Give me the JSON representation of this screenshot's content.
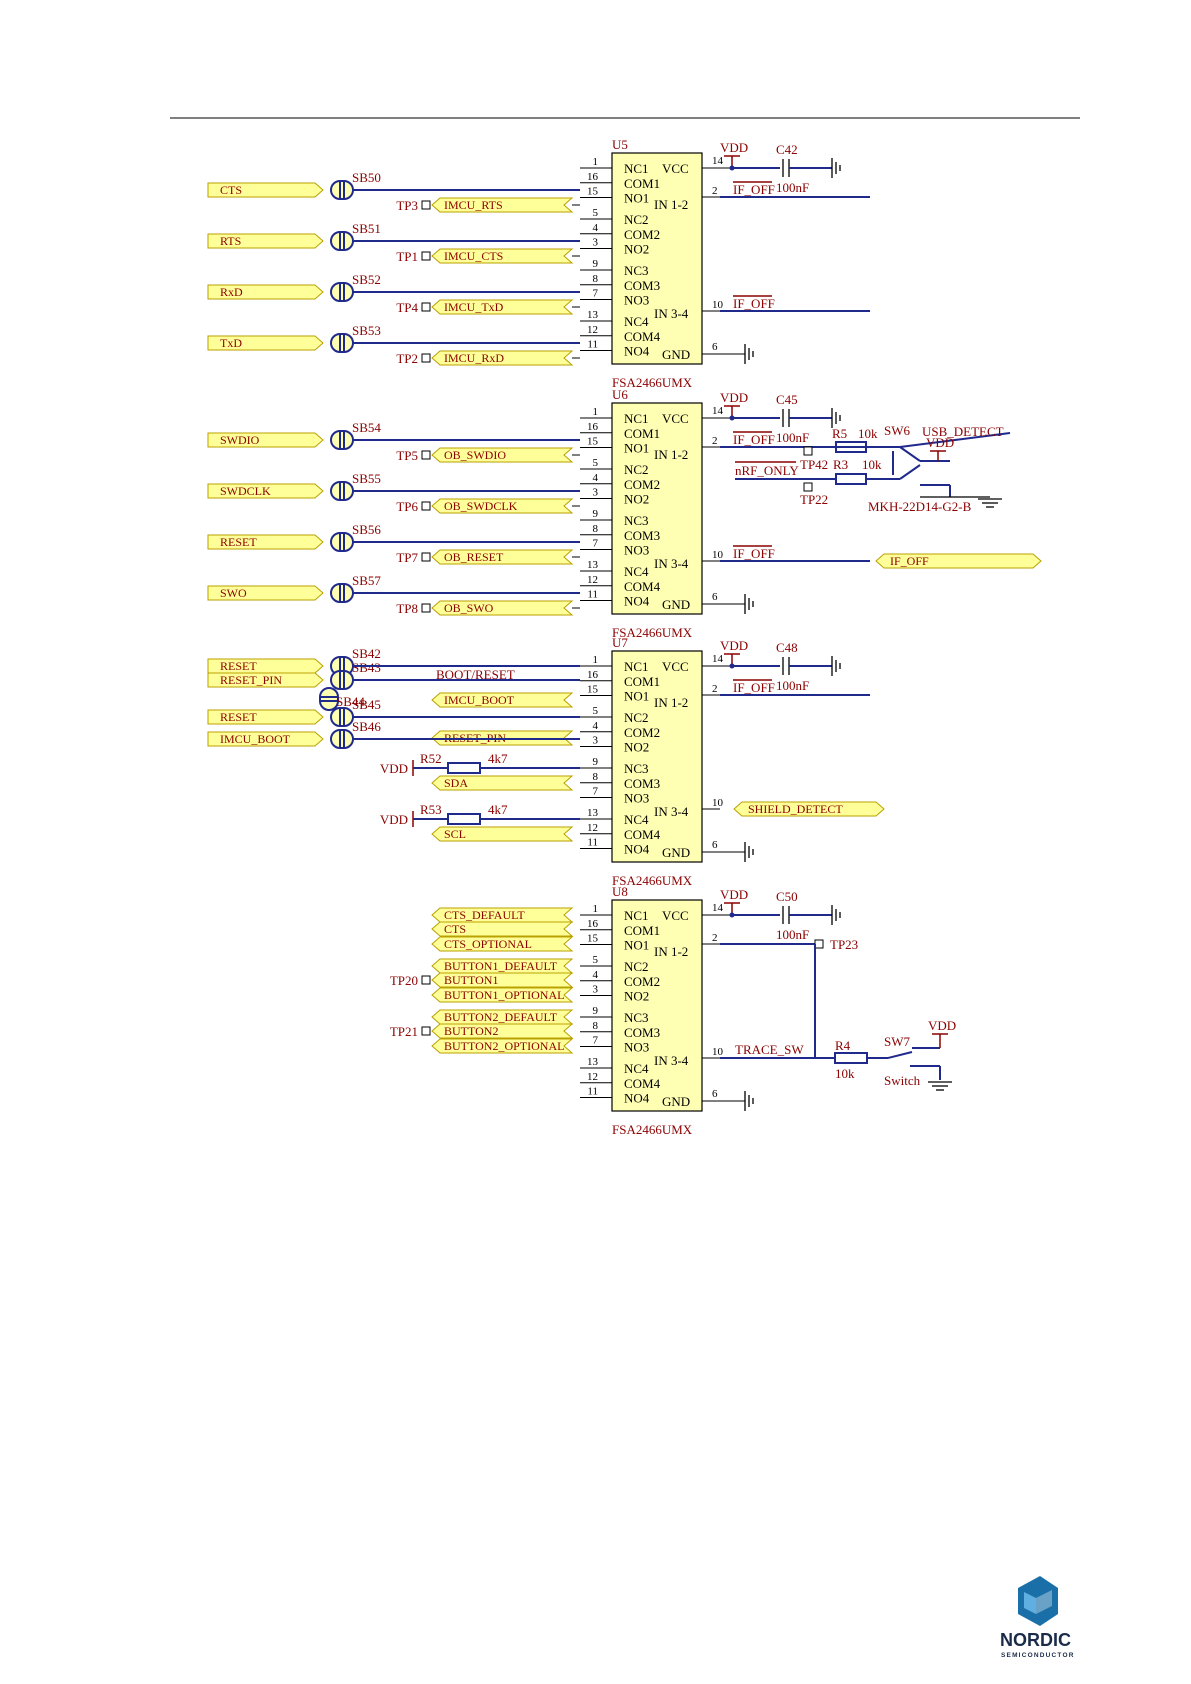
{
  "chips": [
    {
      "ref": "U5",
      "part": "FSA2466UMX",
      "left": [
        {
          "num": "1",
          "name": "NC1"
        },
        {
          "num": "16",
          "name": "COM1"
        },
        {
          "num": "15",
          "name": "NO1"
        },
        {
          "num": "5",
          "name": "NC2"
        },
        {
          "num": "4",
          "name": "COM2"
        },
        {
          "num": "3",
          "name": "NO2"
        },
        {
          "num": "9",
          "name": "NC3"
        },
        {
          "num": "8",
          "name": "COM3"
        },
        {
          "num": "7",
          "name": "NO3"
        },
        {
          "num": "13",
          "name": "NC4"
        },
        {
          "num": "12",
          "name": "COM4"
        },
        {
          "num": "11",
          "name": "NO4"
        }
      ],
      "vcc_pin": "14",
      "vcc_label": "VCC",
      "in12_pin": "2",
      "in12_label": "IN 1-2",
      "in34_pin": "10",
      "in34_label": "IN 3-4",
      "gnd_pin": "6",
      "gnd_label": "GND",
      "vdd": "VDD",
      "cap": "C42",
      "cap_val": "100nF",
      "in12_net": "IF_OFF",
      "in34_net": "IF_OFF",
      "ports": [
        "CTS",
        "RTS",
        "RxD",
        "TxD"
      ],
      "bridges": [
        "SB50",
        "SB51",
        "SB52",
        "SB53"
      ],
      "tps": [
        "TP3",
        "TP1",
        "TP4",
        "TP2"
      ],
      "tp_nets": [
        "IMCU_RTS",
        "IMCU_CTS",
        "IMCU_TxD",
        "IMCU_RxD"
      ]
    },
    {
      "ref": "U6",
      "part": "FSA2466UMX",
      "left": [
        {
          "num": "1",
          "name": "NC1"
        },
        {
          "num": "16",
          "name": "COM1"
        },
        {
          "num": "15",
          "name": "NO1"
        },
        {
          "num": "5",
          "name": "NC2"
        },
        {
          "num": "4",
          "name": "COM2"
        },
        {
          "num": "3",
          "name": "NO2"
        },
        {
          "num": "9",
          "name": "NC3"
        },
        {
          "num": "8",
          "name": "COM3"
        },
        {
          "num": "7",
          "name": "NO3"
        },
        {
          "num": "13",
          "name": "NC4"
        },
        {
          "num": "12",
          "name": "COM4"
        },
        {
          "num": "11",
          "name": "NO4"
        }
      ],
      "vcc_pin": "14",
      "vcc_label": "VCC",
      "in12_pin": "2",
      "in12_label": "IN 1-2",
      "in34_pin": "10",
      "in34_label": "IN 3-4",
      "gnd_pin": "6",
      "gnd_label": "GND",
      "vdd": "VDD",
      "cap": "C45",
      "cap_val": "100nF",
      "in12_net": "IF_OFF",
      "in34_net": "IF_OFF",
      "ports": [
        "SWDIO",
        "SWDCLK",
        "RESET",
        "SWO"
      ],
      "bridges": [
        "SB54",
        "SB55",
        "SB56",
        "SB57"
      ],
      "tps": [
        "TP5",
        "TP6",
        "TP7",
        "TP8"
      ],
      "tp_nets": [
        "OB_SWDIO",
        "OB_SWDCLK",
        "OB_RESET",
        "OB_SWO"
      ]
    },
    {
      "ref": "U7",
      "part": "FSA2466UMX",
      "left": [
        {
          "num": "1",
          "name": "NC1"
        },
        {
          "num": "16",
          "name": "COM1"
        },
        {
          "num": "15",
          "name": "NO1"
        },
        {
          "num": "5",
          "name": "NC2"
        },
        {
          "num": "4",
          "name": "COM2"
        },
        {
          "num": "3",
          "name": "NO2"
        },
        {
          "num": "9",
          "name": "NC3"
        },
        {
          "num": "8",
          "name": "COM3"
        },
        {
          "num": "7",
          "name": "NO3"
        },
        {
          "num": "13",
          "name": "NC4"
        },
        {
          "num": "12",
          "name": "COM4"
        },
        {
          "num": "11",
          "name": "NO4"
        }
      ],
      "vcc_pin": "14",
      "vcc_label": "VCC",
      "in12_pin": "2",
      "in12_label": "IN 1-2",
      "in34_pin": "10",
      "in34_label": "IN 3-4",
      "gnd_pin": "6",
      "gnd_label": "GND",
      "vdd": "VDD",
      "cap": "C48",
      "cap_val": "100nF",
      "in12_net": "IF_OFF"
    },
    {
      "ref": "U8",
      "part": "FSA2466UMX",
      "left": [
        {
          "num": "1",
          "name": "NC1"
        },
        {
          "num": "16",
          "name": "COM1"
        },
        {
          "num": "15",
          "name": "NO1"
        },
        {
          "num": "5",
          "name": "NC2"
        },
        {
          "num": "4",
          "name": "COM2"
        },
        {
          "num": "3",
          "name": "NO2"
        },
        {
          "num": "9",
          "name": "NC3"
        },
        {
          "num": "8",
          "name": "COM3"
        },
        {
          "num": "7",
          "name": "NO3"
        },
        {
          "num": "13",
          "name": "NC4"
        },
        {
          "num": "12",
          "name": "COM4"
        },
        {
          "num": "11",
          "name": "NO4"
        }
      ],
      "vcc_pin": "14",
      "vcc_label": "VCC",
      "in12_pin": "2",
      "in12_label": "IN 1-2",
      "in34_pin": "10",
      "in34_label": "IN 3-4",
      "gnd_pin": "6",
      "gnd_label": "GND",
      "vdd": "VDD",
      "cap": "C50",
      "cap_val": "100nF",
      "in34_net": "TRACE_SW",
      "nets": [
        "CTS_DEFAULT",
        "CTS",
        "CTS_OPTIONAL",
        "BUTTON1_DEFAULT",
        "BUTTON1",
        "BUTTON1_OPTIONAL",
        "BUTTON2_DEFAULT",
        "BUTTON2",
        "BUTTON2_OPTIONAL"
      ],
      "tps": [
        "TP20",
        "TP21"
      ]
    }
  ],
  "u6_extra": {
    "r5": "R5",
    "r5_val": "10k",
    "r3": "R3",
    "r3_val": "10k",
    "sw": "SW6",
    "sw_part": "MKH-22D14-G2-B",
    "usb": "USB_DETECT",
    "vdd": "VDD",
    "tp42": "TP42",
    "tp22": "TP22",
    "nrf_only": "nRF_ONLY",
    "if_off_port": "IF_OFF"
  },
  "u7_extra": {
    "ports": [
      "RESET",
      "RESET_PIN",
      "RESET",
      "IMCU_BOOT"
    ],
    "bridges": [
      "SB42",
      "SB43",
      "SB44",
      "SB45",
      "SB46"
    ],
    "boot_reset": "BOOT/RESET",
    "imcu_boot": "IMCU_BOOT",
    "reset_pin": "RESET_PIN",
    "r52": "R52",
    "r52_val": "4k7",
    "r53": "R53",
    "r53_val": "4k7",
    "vdd": "VDD",
    "sda": "SDA",
    "scl": "SCL",
    "shield": "SHIELD_DETECT"
  },
  "u8_extra": {
    "tp23": "TP23",
    "r4": "R4",
    "r4_val": "10k",
    "sw": "SW7",
    "sw_label": "Switch",
    "vdd": "VDD"
  },
  "logo": {
    "line1": "NORDIC",
    "line2": "SEMICONDUCTOR",
    "colors": [
      "#5fb0e0",
      "#1b6fa8",
      "#1b2b4a"
    ]
  }
}
